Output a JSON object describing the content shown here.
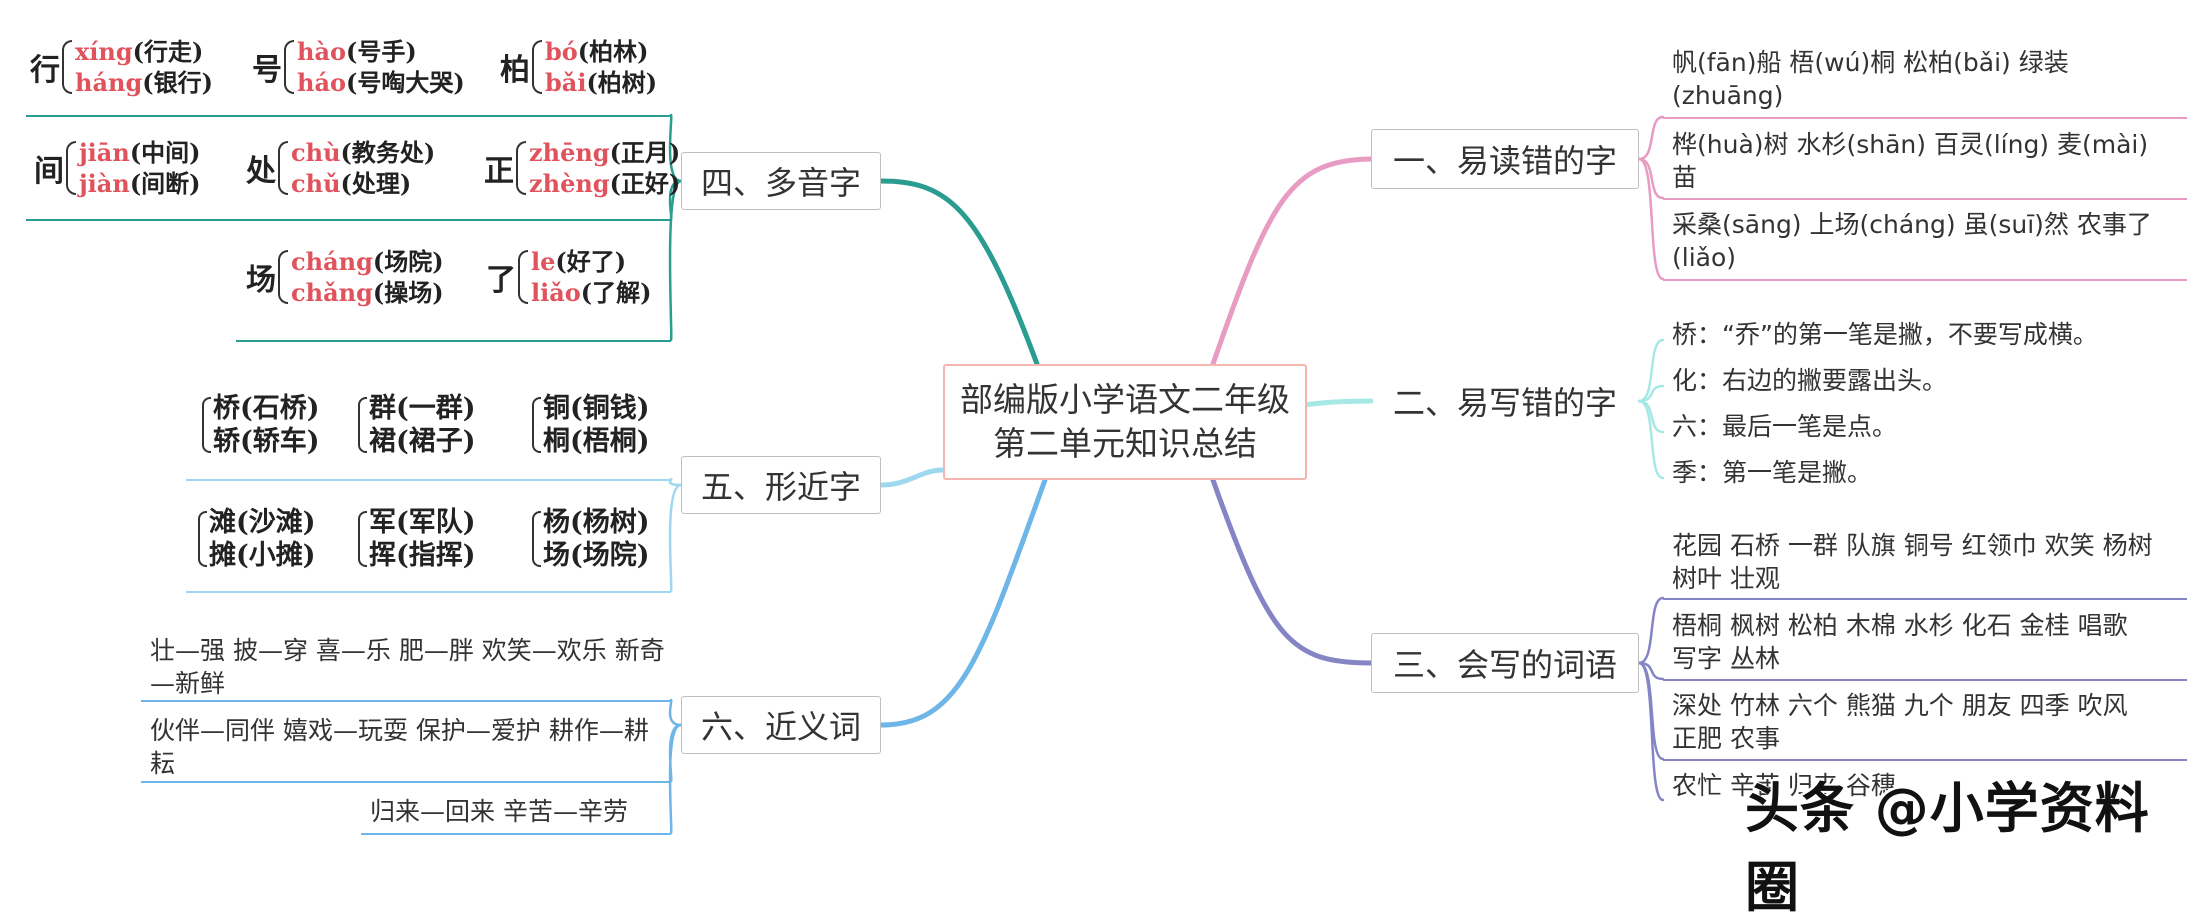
{
  "center": {
    "line1": "部编版小学语文二年级",
    "line2": "第二单元知识总结"
  },
  "colors": {
    "b1": "#e89bc3",
    "b2": "#a6e8e6",
    "b3": "#8585c6",
    "b4": "#2a9c90",
    "b5": "#9ed8ef",
    "b6": "#6eb5e8",
    "pinyin": "#e0525c"
  },
  "right": {
    "b1": {
      "label": "一、易读错的字",
      "items": [
        "帆(fān)船  梧(wú)桐  松柏(bǎi)  绿装(zhuāng)",
        "桦(huà)树 水杉(shān) 百灵(líng) 麦(mài)苗",
        "采桑(sāng) 上场(cháng) 虽(suī)然 农事了(liǎo)"
      ]
    },
    "b2": {
      "label": "二、易写错的字",
      "items": [
        "桥：“乔”的第一笔是撇，不要写成横。",
        "化：右边的撇要露出头。",
        "六：最后一笔是点。",
        "季：第一笔是撇。"
      ]
    },
    "b3": {
      "label": "三、会写的词语",
      "items": [
        "花园 石桥 一群 队旗 铜号 红领巾 欢笑 杨树 树叶 壮观",
        "梧桐 枫树 松柏 木棉 水杉 化石 金桂 唱歌 写字 丛林",
        "深处 竹林 六个 熊猫 九个 朋友 四季 吹风 正肥 农事",
        "农忙 辛苦 归来 谷穗"
      ]
    }
  },
  "left": {
    "b4": {
      "label": "四、多音字",
      "groups": [
        [
          {
            "hz": "行",
            "p1": "xíng",
            "w1": "(行走)",
            "p2": "háng",
            "w2": "(银行)"
          },
          {
            "hz": "号",
            "p1": "hào",
            "w1": "(号手)",
            "p2": "háo",
            "w2": "(号啕大哭)"
          },
          {
            "hz": "柏",
            "p1": "bó",
            "w1": "(柏林)",
            "p2": "bǎi",
            "w2": "(柏树)"
          }
        ],
        [
          {
            "hz": "间",
            "p1": "jiān",
            "w1": "(中间)",
            "p2": "jiàn",
            "w2": "(间断)"
          },
          {
            "hz": "处",
            "p1": "chù",
            "w1": "(教务处)",
            "p2": "chǔ",
            "w2": "(处理)"
          },
          {
            "hz": "正",
            "p1": "zhēng",
            "w1": "(正月)",
            "p2": "zhèng",
            "w2": "(正好)"
          }
        ],
        [
          {
            "hz": "场",
            "p1": "cháng",
            "w1": "(场院)",
            "p2": "chǎng",
            "w2": "(操场)"
          },
          {
            "hz": "了",
            "p1": "le",
            "w1": "(好了)",
            "p2": "liǎo",
            "w2": "(了解)"
          }
        ]
      ]
    },
    "b5": {
      "label": "五、形近字",
      "groups": [
        [
          {
            "a": "桥(石桥)",
            "b": "轿(轿车)"
          },
          {
            "a": "群(一群)",
            "b": "裙(裙子)"
          },
          {
            "a": "铜(铜钱)",
            "b": "桐(梧桐)"
          }
        ],
        [
          {
            "a": "滩(沙滩)",
            "b": "摊(小摊)"
          },
          {
            "a": "军(军队)",
            "b": "挥(指挥)"
          },
          {
            "a": "杨(杨树)",
            "b": "场(场院)"
          }
        ]
      ]
    },
    "b6": {
      "label": "六、近义词",
      "items": [
        "壮—强 披—穿 喜—乐 肥—胖 欢笑—欢乐 新奇—新鲜",
        "伙伴—同伴 嬉戏—玩耍 保护—爱护 耕作—耕耘",
        "归来—回来 辛苦—辛劳"
      ]
    }
  },
  "watermark": "头条 @小学资料圈"
}
